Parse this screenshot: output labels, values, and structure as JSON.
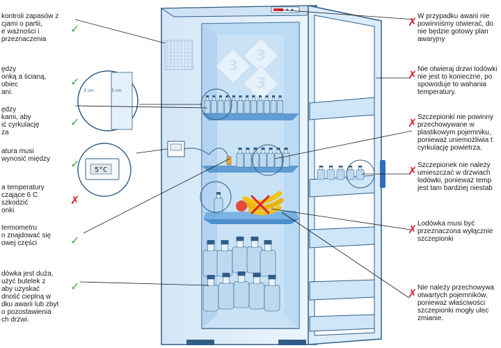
{
  "colors": {
    "fridge_outline": "#2f5d86",
    "fridge_body": "#e4f0fb",
    "fridge_inner": "#c5e0f5",
    "shelf": "#3f86c8",
    "handle": "#2f6fb8",
    "check": "#3cae3c",
    "cross": "#d9262b",
    "bottle": "#bcd9f0",
    "cap": "#2f5d86",
    "banana": "#f2c21b",
    "apple": "#e34b3a"
  },
  "icons": {
    "check": "check-icon",
    "cross": "cross-icon"
  },
  "marks": {
    "check": "✓",
    "cross": "✗"
  },
  "thermo_display": "5°C",
  "watermark": "3",
  "cut_labels": [
    "3 cm",
    "3 cm"
  ],
  "left_notes": [
    {
      "text": "kontroli zapasów z\ncjami o partii,\ne ważności i\nprzeznaczenia",
      "status": "check"
    },
    {
      "text": "ędzy\nonką a ścianą,\nobiec\nani.",
      "status": "check"
    },
    {
      "text": "ędzy\nkami, aby\nić cyrkulację\nza",
      "status": "check"
    },
    {
      "text": "atura musi\nwynosić między",
      "status": "check"
    },
    {
      "text": "a temperatury\nczające 6 C\nszkodzić\nonki",
      "status": "cross"
    },
    {
      "text": "termometru\nn znajdować się\nowej części",
      "status": "check"
    },
    {
      "text": "dówka jest duża,\nużyć butelek z\naby uzyskać\ndność cieplną w\ndku awarii lub zbyt\no pozostawienia\nch drzwi.",
      "status": "check"
    }
  ],
  "right_notes": [
    {
      "text": "W przypadku awarii nie\npowinniśmy otwierać, do\nnie będzie gotowy plan\nawaryjny",
      "status": "cross"
    },
    {
      "text": "Nie otwieraj drzwi lodówki\nnie jest to konieczne, po\nspowoduje to wahania\ntemperatury.",
      "status": "cross"
    },
    {
      "text": "Szczepionki nie powinny\nprzechowywane w\nplastikowym pojemniku,\nponieważ uniemożliwia t\ncyrkulację powietrza.",
      "status": "cross"
    },
    {
      "text": "Szczepionek nie należy\numieszczać w drzwiach\nlodówki, ponieważ temp\njest tam bardziej niestab",
      "status": "cross"
    },
    {
      "text": "Lodówka musi być\nprzeznaczona wyłącznie\nszczepionki",
      "status": "cross"
    },
    {
      "text": "Nie należy przechowywa\notwartych pojemników,\nponieważ właściwości\nszczepionki mogły ulec\nzmianie.",
      "status": "cross"
    }
  ]
}
